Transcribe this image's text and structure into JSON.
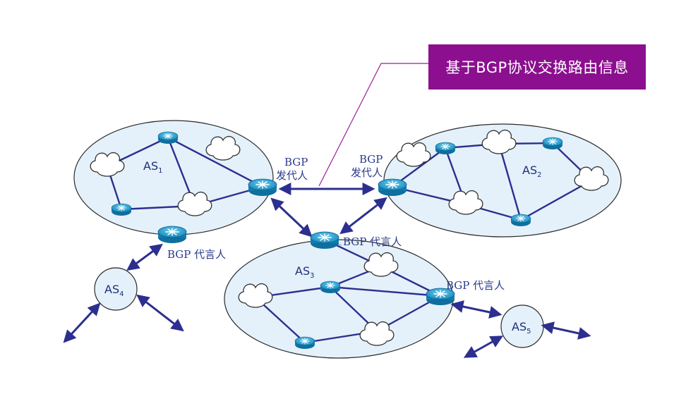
{
  "callout": {
    "text": "基于BGP协议交换路由信息"
  },
  "speakers": {
    "as1_line1": "BGP",
    "as1_line2": "发代人",
    "as2_line1": "BGP",
    "as2_line2": "发代人",
    "as1_bottom": "BGP 代言人",
    "as3_top": "BGP 代言人",
    "as3_right": "BGP 代言人"
  },
  "as_names": {
    "as1": {
      "base": "AS",
      "sub": "1"
    },
    "as2": {
      "base": "AS",
      "sub": "2"
    },
    "as3": {
      "base": "AS",
      "sub": "3"
    },
    "as4": {
      "base": "AS",
      "sub": "4"
    },
    "as5": {
      "base": "AS",
      "sub": "5"
    }
  },
  "colors": {
    "as_fill": "#e4f1fa",
    "link": "#2c2f8f",
    "callout_bg": "#8b0f8f",
    "router": "#1c8fc0",
    "callout_line": "#9b1f9b"
  }
}
